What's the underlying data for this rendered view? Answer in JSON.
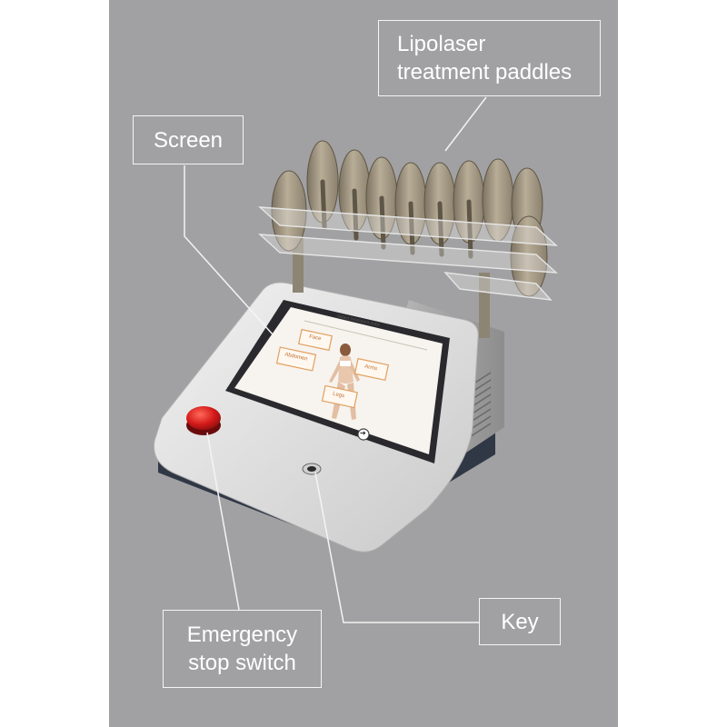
{
  "labels": {
    "paddles_line1": "Lipolaser",
    "paddles_line2": "treatment paddles",
    "screen": "Screen",
    "stop_line1": "Emergency",
    "stop_line2": "stop switch",
    "key": "Key"
  },
  "device_screen": {
    "header": "Select treatment area",
    "buttons": [
      "Face",
      "Abdomen",
      "Arms",
      "Legs"
    ],
    "next_symbol": "➔"
  },
  "colors": {
    "background_panel": "#a1a1a3",
    "callout_line": "#f4f4f4",
    "stop_button": "#d41a1a",
    "screen_button_border": "#e0a060"
  }
}
